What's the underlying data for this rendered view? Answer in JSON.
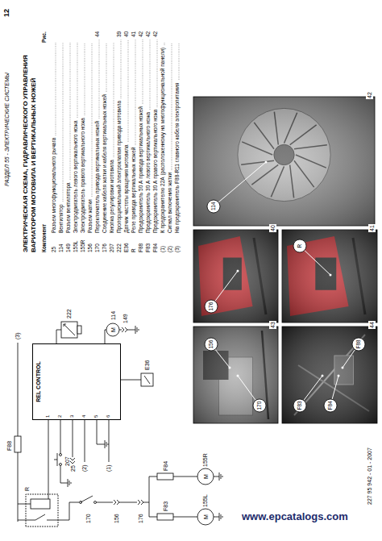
{
  "diagram": {
    "title": "ЭЛЕКТРИЧЕСКАЯ СХЕМА, ГИДРАВЛИЧЕСКОГО УПРАВЛЕНИЯ ВАРИАТОРОМ МОТОВИЛА И ВЕРТИКАЛЬНЫХ НОЖЕЙ",
    "nodes": [
      {
        "text": [
          "REL CONTROL"
        ]
      }
    ],
    "labels": [
      "12",
      "РАЗДЕЛ 55 - ЭЛЕКТРИЧЕСКИЕ СИСТЕМЫ",
      "Компонент",
      "Рис.",
      "25",
      "Разъем многофункционального рычага",
      "114",
      "Вентилятор",
      "149",
      "Разъем вентилятора",
      "155L",
      "Электродвигатель левого вертикального ножа",
      "155R",
      "Электродвигатель правого вертикального ножа",
      "156",
      "Разъем жатки",
      "170",
      "Переключатель привода вертикальных ножей",
      "44",
      "176",
      "Соединение кабеля жатки и кабеля вертикальных ножей",
      "207",
      "Кнопка регулировки мотовила",
      "222",
      "Пропорциональный электроклапан привода мотовила",
      "39",
      "E36",
      "Датчик частоты вращения мотовила",
      "40",
      "R",
      "Реле привода вертикальных ножей",
      "41",
      "F88",
      "Предохранитель 50 А привода вертикальных ножей",
      "42",
      "F83",
      "Предохранитель 30 А левого вертикального ножа",
      "42",
      "F84",
      "Предохранитель 30 А правого вертикального ножа",
      "42",
      "(1)",
      "К предохранителю 22А (расположенному на многофункциональной панели)",
      "(2)",
      "Сигнал включения жатки",
      "(3)",
      "На предохранитель F88-R11 главного кабеля электропитания",
      "227 95 942 - 01 - 2007",
      "222",
      "207",
      "25",
      "114",
      "M",
      "F88",
      "E36",
      "R",
      "170",
      "156",
      "149",
      "176",
      "155L",
      "M",
      "155R",
      "M",
      "F83",
      "F84",
      "(1)",
      "(2)",
      "(3)",
      "1",
      "2",
      "3",
      "4",
      "5",
      "6",
      "40",
      "176",
      "41",
      "R",
      "42",
      "114",
      "43",
      "170",
      "156",
      "44",
      "F83",
      "F84",
      "F88",
      "www.epcatalogs.com"
    ]
  }
}
